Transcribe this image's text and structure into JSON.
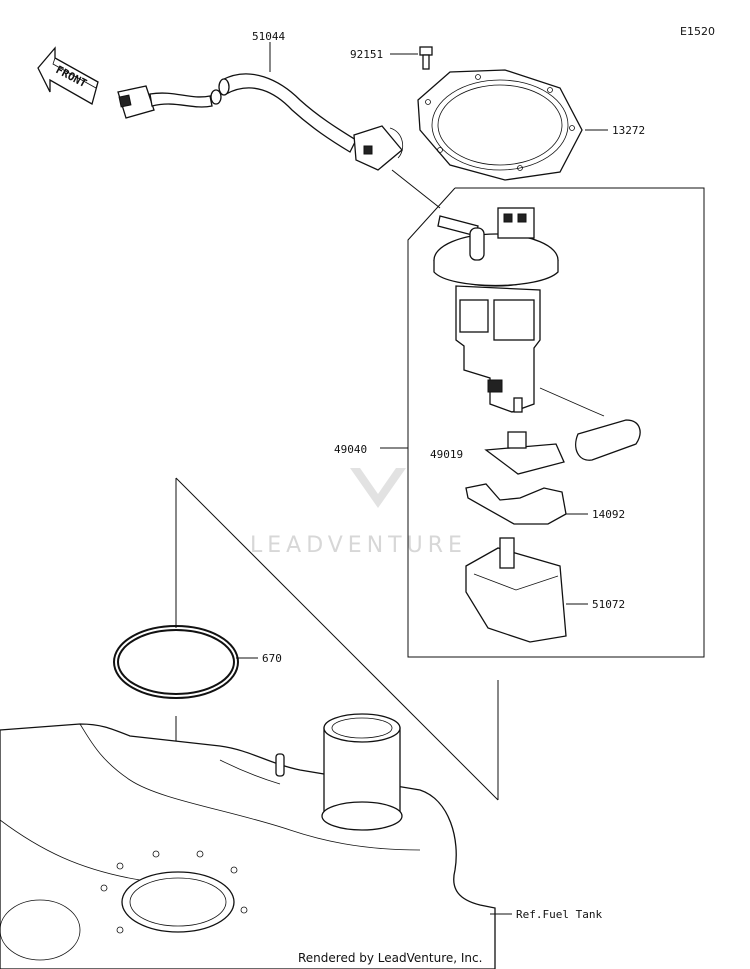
{
  "diagram_code": "E1520",
  "front_label": "FRONT",
  "parts": [
    {
      "number": "51044"
    },
    {
      "number": "92151"
    },
    {
      "number": "13272"
    },
    {
      "number": "49040"
    },
    {
      "number": "49019"
    },
    {
      "number": "14092"
    },
    {
      "number": "51072"
    },
    {
      "number": "670"
    }
  ],
  "reference_label": "Ref.Fuel Tank",
  "watermark": "LEADVENTURE",
  "footer": "Rendered by LeadVenture, Inc."
}
